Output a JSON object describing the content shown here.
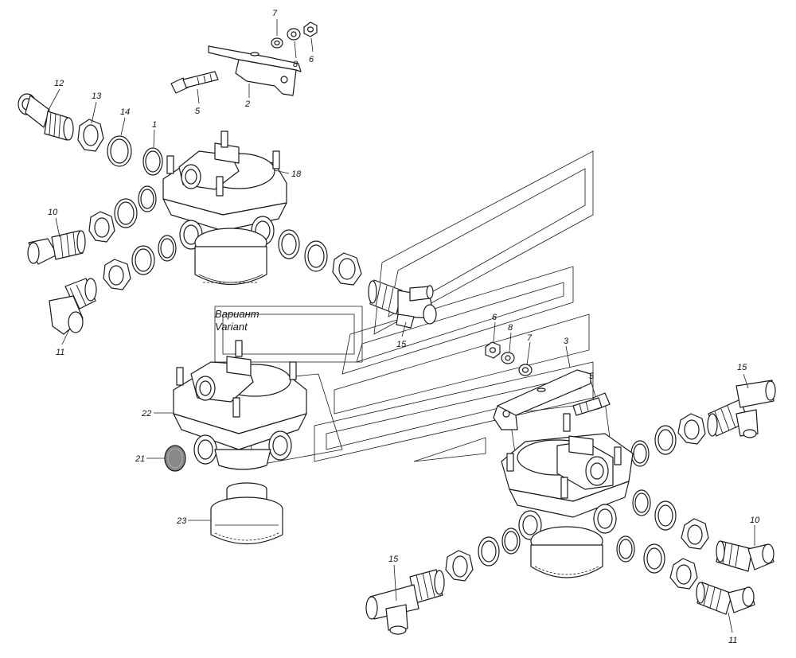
{
  "variant": {
    "ru": "Вариант",
    "en": "Variant"
  },
  "callouts": {
    "c1": "1",
    "c2": "2",
    "c3": "3",
    "c5a": "5",
    "c5b": "5",
    "c6a": "6",
    "c6b": "6",
    "c7a": "7",
    "c7b": "7",
    "c8a": "8",
    "c8b": "8",
    "c10a": "10",
    "c10b": "10",
    "c11a": "11",
    "c11b": "11",
    "c12": "12",
    "c13": "13",
    "c14": "14",
    "c15a": "15",
    "c15b": "15",
    "c15c": "15",
    "c18": "18",
    "c21": "21",
    "c22": "22",
    "c23": "23"
  }
}
